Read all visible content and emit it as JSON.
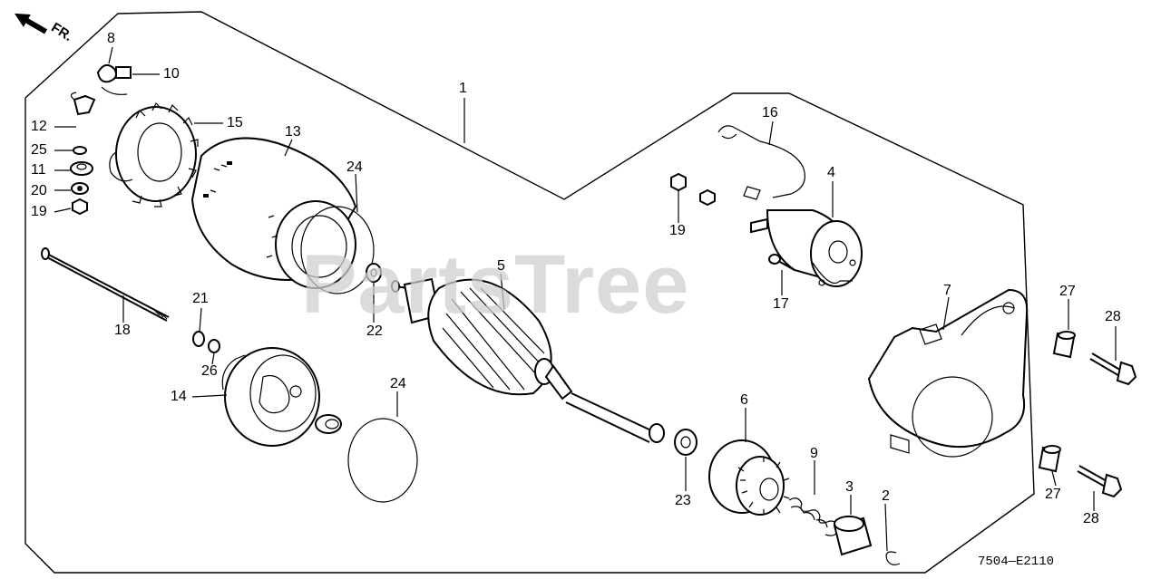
{
  "diagram": {
    "watermark": "PartsTree",
    "direction_marker": "FR.",
    "drawing_code": "7504—E2110",
    "callouts": [
      {
        "id": "c1",
        "text": "1"
      },
      {
        "id": "c2",
        "text": "2"
      },
      {
        "id": "c3",
        "text": "3"
      },
      {
        "id": "c4",
        "text": "4"
      },
      {
        "id": "c5",
        "text": "5"
      },
      {
        "id": "c6",
        "text": "6"
      },
      {
        "id": "c7",
        "text": "7"
      },
      {
        "id": "c8",
        "text": "8"
      },
      {
        "id": "c9",
        "text": "9"
      },
      {
        "id": "c10",
        "text": "10"
      },
      {
        "id": "c11",
        "text": "11"
      },
      {
        "id": "c12",
        "text": "12"
      },
      {
        "id": "c13",
        "text": "13"
      },
      {
        "id": "c14",
        "text": "14"
      },
      {
        "id": "c15",
        "text": "15"
      },
      {
        "id": "c16",
        "text": "16"
      },
      {
        "id": "c17",
        "text": "17"
      },
      {
        "id": "c18",
        "text": "18"
      },
      {
        "id": "c19a",
        "text": "19"
      },
      {
        "id": "c19b",
        "text": "19"
      },
      {
        "id": "c20",
        "text": "20"
      },
      {
        "id": "c21",
        "text": "21"
      },
      {
        "id": "c22",
        "text": "22"
      },
      {
        "id": "c23",
        "text": "23"
      },
      {
        "id": "c24a",
        "text": "24"
      },
      {
        "id": "c24b",
        "text": "24"
      },
      {
        "id": "c25",
        "text": "25"
      },
      {
        "id": "c26",
        "text": "26"
      },
      {
        "id": "c27a",
        "text": "27"
      },
      {
        "id": "c27b",
        "text": "27"
      },
      {
        "id": "c28a",
        "text": "28"
      },
      {
        "id": "c28b",
        "text": "28"
      }
    ]
  }
}
